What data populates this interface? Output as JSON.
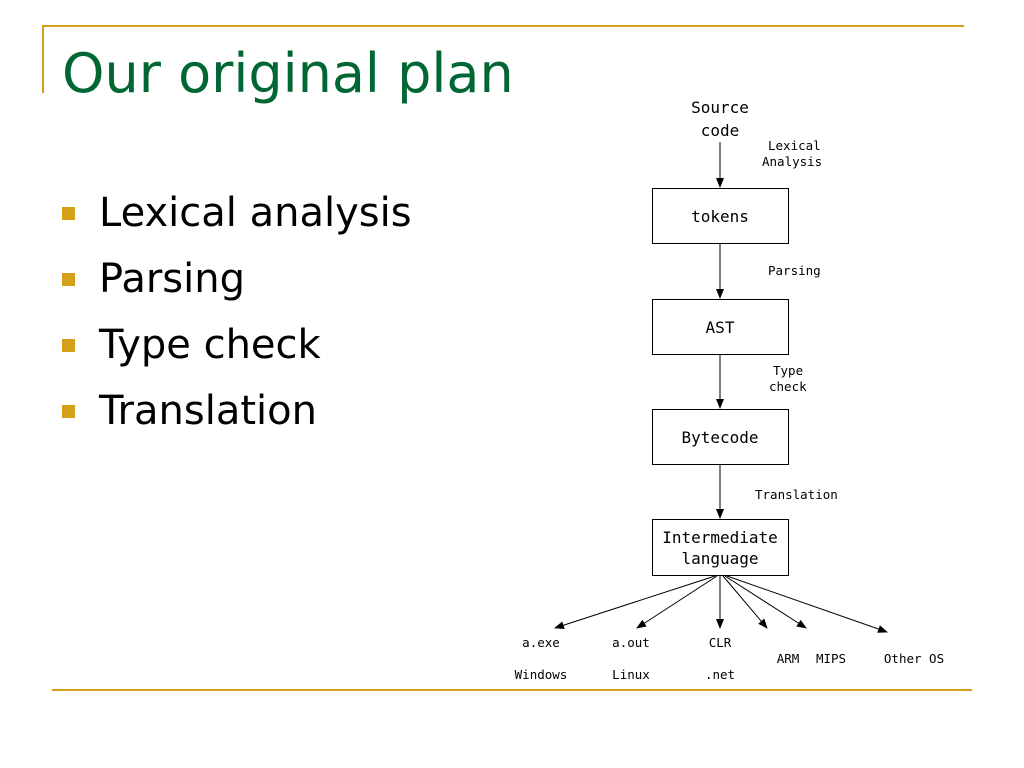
{
  "title": "Our original plan",
  "bullets": [
    "Lexical analysis",
    "Parsing",
    "Type check",
    "Translation"
  ],
  "colors": {
    "title": "#006633",
    "accent": "#d4a017",
    "text": "#000000"
  },
  "diagram": {
    "source": [
      "Source",
      "code"
    ],
    "nodes": [
      {
        "id": "tokens",
        "lines": [
          "tokens"
        ]
      },
      {
        "id": "ast",
        "lines": [
          "AST"
        ]
      },
      {
        "id": "bytecode",
        "lines": [
          "Bytecode"
        ]
      },
      {
        "id": "il",
        "lines": [
          "Intermediate",
          "language"
        ]
      }
    ],
    "edges": [
      {
        "from": "source",
        "to": "tokens",
        "label": [
          "Lexical",
          "Analysis"
        ]
      },
      {
        "from": "tokens",
        "to": "ast",
        "label": [
          "Parsing"
        ]
      },
      {
        "from": "ast",
        "to": "bytecode",
        "label": [
          "Type",
          "check"
        ]
      },
      {
        "from": "bytecode",
        "to": "il",
        "label": [
          "Translation"
        ]
      }
    ],
    "targets": [
      {
        "lines": [
          "a.exe",
          "Windows"
        ]
      },
      {
        "lines": [
          "a.out",
          "Linux"
        ]
      },
      {
        "lines": [
          "CLR",
          ".net"
        ]
      },
      {
        "lines": [
          "ARM"
        ]
      },
      {
        "lines": [
          "MIPS"
        ]
      },
      {
        "lines": [
          "Other OS"
        ]
      }
    ]
  }
}
